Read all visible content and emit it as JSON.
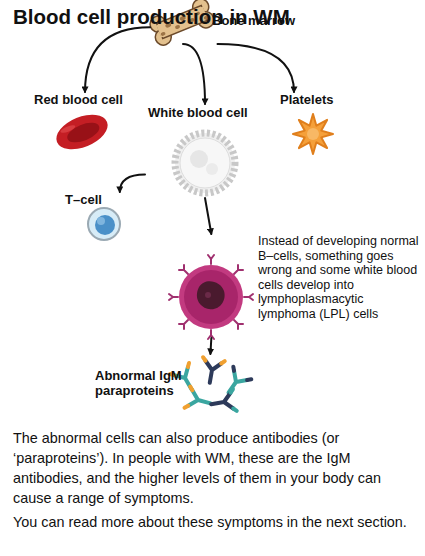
{
  "diagram": {
    "title": "Blood cell production in WM",
    "nodes": [
      {
        "text": [
          "Bone marrow"
        ]
      },
      {
        "text": [
          "Red blood cell"
        ]
      },
      {
        "text": [
          "White blood cell"
        ]
      },
      {
        "text": [
          "Platelets"
        ]
      },
      {
        "text": [
          "T–cell"
        ]
      },
      {
        "text": [
          "Instead of developing normal B–cells, something goes wrong and some white blood cells develop into lymphoplasmacytic lymphoma (LPL) cells"
        ]
      },
      {
        "text": [
          "Abnormal IgM paraproteins"
        ]
      }
    ],
    "edges": [
      {
        "from": 0,
        "to": 1,
        "arrow": "to"
      },
      {
        "from": 0,
        "to": 2,
        "arrow": "to"
      },
      {
        "from": 0,
        "to": 3,
        "arrow": "to"
      },
      {
        "from": 2,
        "to": 4,
        "arrow": "to"
      },
      {
        "from": 2,
        "to": 5,
        "arrow": "to"
      },
      {
        "from": 5,
        "to": 6,
        "arrow": "to"
      }
    ],
    "labels": [
      "The abnormal cells can also produce antibodies (or ‘paraproteins’). In people with WM, these are the IgM antibodies, and the higher levels of them in your body can cause a range of symptoms.",
      "You can read more about these symptoms in the next section."
    ]
  }
}
